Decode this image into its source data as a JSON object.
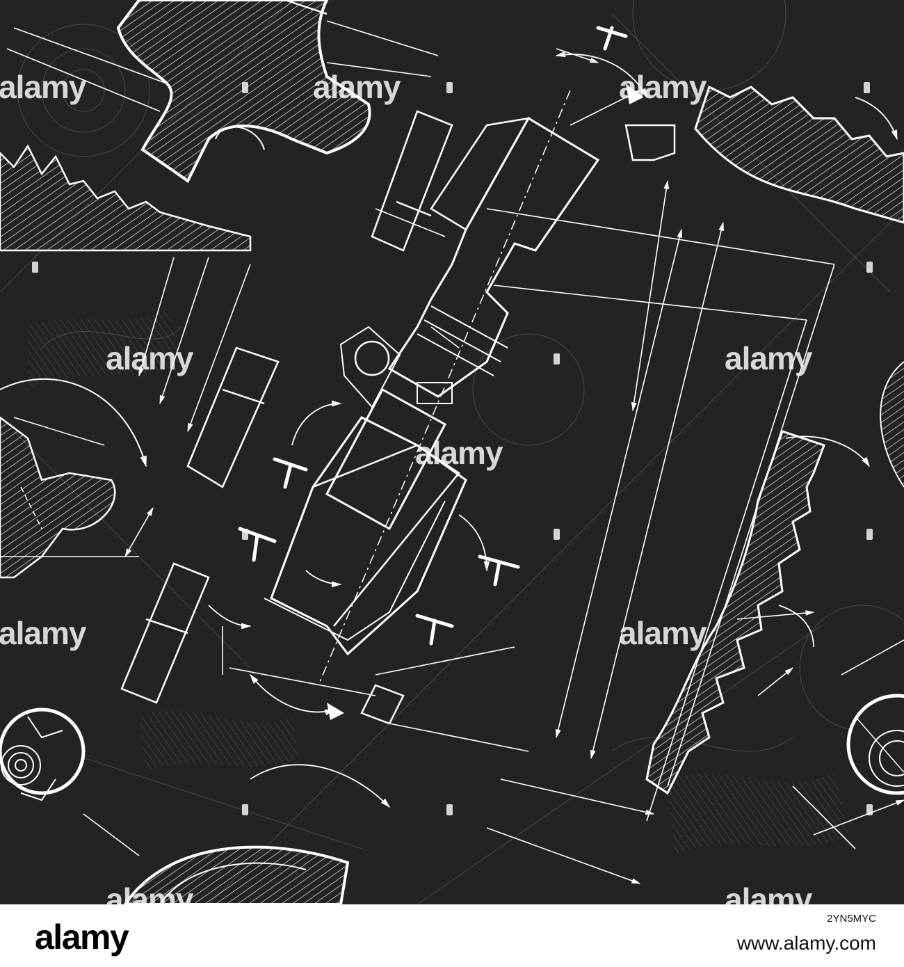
{
  "watermark": {
    "text": "alamy",
    "color": "#ffffff"
  },
  "footer": {
    "logo": "alamy",
    "image_id": "2YN5MYC",
    "url": "www.alamy.com"
  },
  "drawing": {
    "background_color": "#232323",
    "line_color": "#ffffff"
  }
}
